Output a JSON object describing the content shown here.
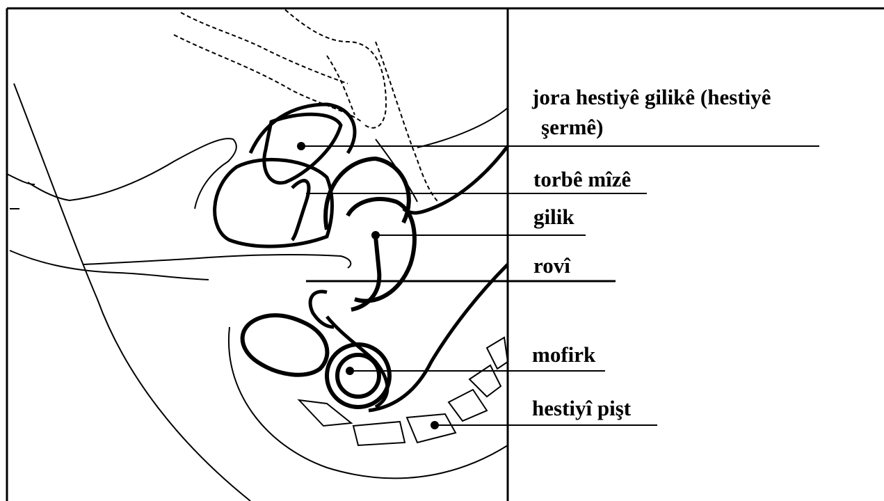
{
  "labels": {
    "pubic_bone_line1": "jora hestiyê gilikê (hestiyê",
    "pubic_bone_line2": "şermê)",
    "bladder": "torbê mîzê",
    "uterus": "gilik",
    "intestine": "rovî",
    "rectum": "mofirk",
    "spine": "hestiyî pişt"
  }
}
